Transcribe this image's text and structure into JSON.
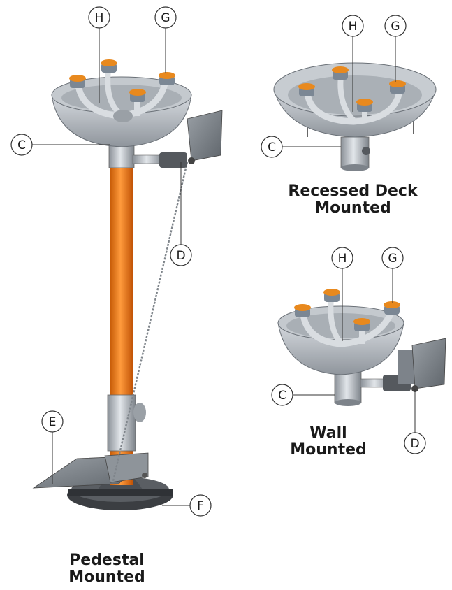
{
  "colors": {
    "pipe_orange": "#f07a1a",
    "steel": "#b9bfc5",
    "steel_dark": "#6d737a",
    "cap_orange": "#e8891e",
    "nozzle_gray": "#7b8794",
    "outline": "#333333"
  },
  "captions": {
    "pedestal": [
      "Pedestal",
      "Mounted"
    ],
    "recessed": [
      "Recessed Deck",
      "Mounted"
    ],
    "wall": [
      "Wall",
      "Mounted"
    ]
  },
  "callouts": {
    "pedestal": {
      "H": "H",
      "G": "G",
      "C": "C",
      "D": "D",
      "E": "E",
      "F": "F"
    },
    "recessed": {
      "H": "H",
      "G": "G",
      "C": "C"
    },
    "wall": {
      "H": "H",
      "G": "G",
      "C": "C",
      "D": "D"
    }
  }
}
